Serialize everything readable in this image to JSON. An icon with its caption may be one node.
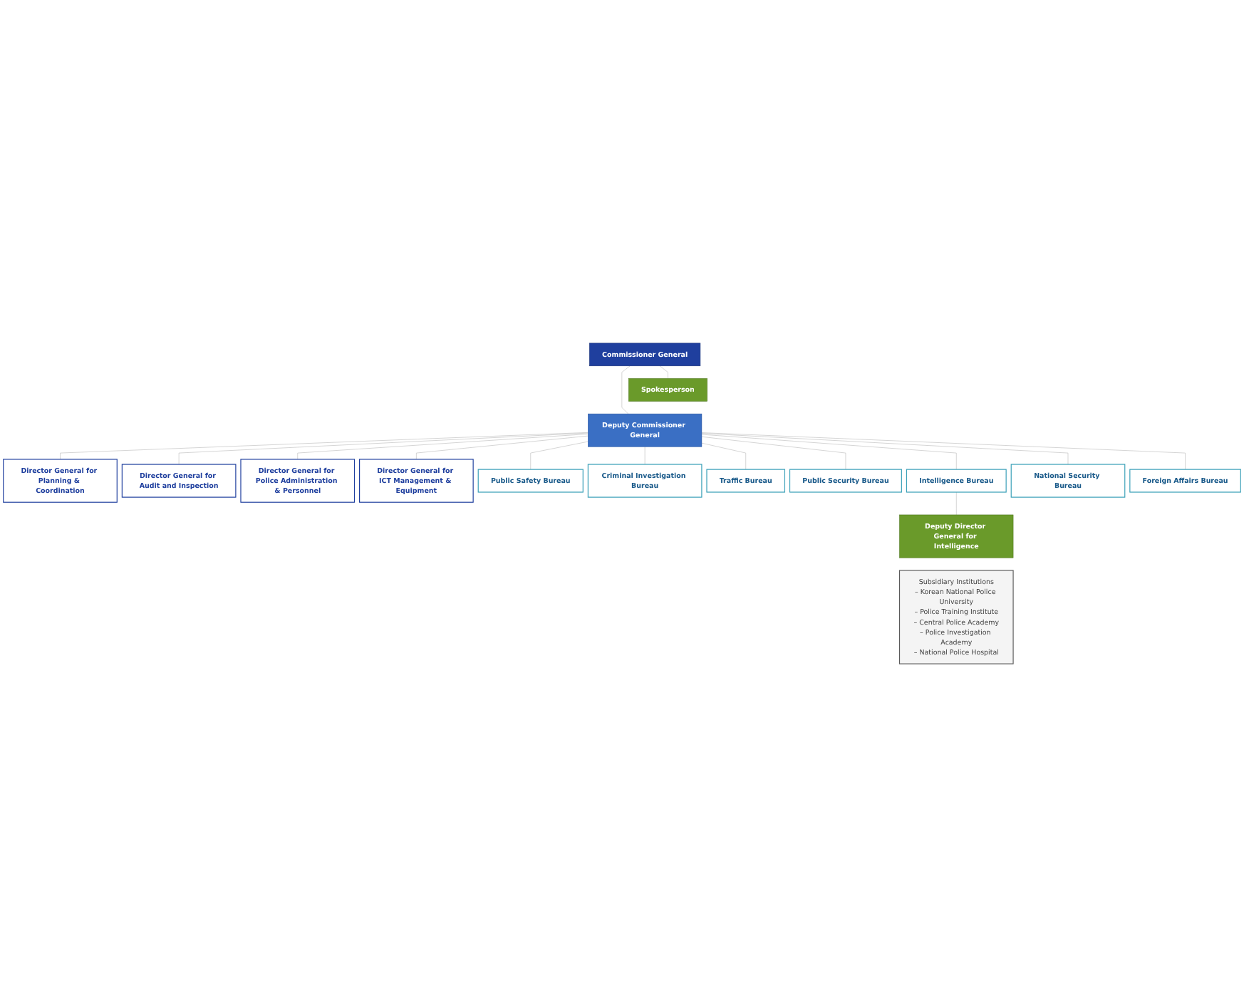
{
  "diagram": {
    "nodes": [
      {
        "text": [
          "Commissioner General"
        ]
      },
      {
        "text": [
          "Spokesperson"
        ]
      },
      {
        "text": [
          "Deputy Commissioner General"
        ]
      },
      {
        "text": [
          "Director General for Planning & Coordination"
        ]
      },
      {
        "text": [
          "Director General for Audit and Inspection"
        ]
      },
      {
        "text": [
          "Director General for Police Administration & Personnel"
        ]
      },
      {
        "text": [
          "Director General for ICT Management & Equipment"
        ]
      },
      {
        "text": [
          "Public Safety Bureau"
        ]
      },
      {
        "text": [
          "Criminal Investigation Bureau"
        ]
      },
      {
        "text": [
          "Traffic Bureau"
        ]
      },
      {
        "text": [
          "Public Security Bureau"
        ]
      },
      {
        "text": [
          "Intelligence Bureau"
        ]
      },
      {
        "text": [
          "National Security Bureau"
        ]
      },
      {
        "text": [
          "Foreign Affairs Bureau"
        ]
      },
      {
        "text": [
          "Deputy Director General for Intelligence"
        ]
      },
      {
        "text": [
          "Subsidiary Institutions",
          "– Korean National Police University",
          "– Police Training Institute",
          "– Central Police Academy",
          "– Police Investigation Academy",
          "– National Police Hospital"
        ]
      }
    ],
    "edges": [
      {
        "from": 0,
        "to": 1,
        "arrow": "none"
      },
      {
        "from": 0,
        "to": 2,
        "arrow": "none"
      },
      {
        "from": 2,
        "to": 3,
        "arrow": "none"
      },
      {
        "from": 2,
        "to": 4,
        "arrow": "none"
      },
      {
        "from": 2,
        "to": 5,
        "arrow": "none"
      },
      {
        "from": 2,
        "to": 6,
        "arrow": "none"
      },
      {
        "from": 2,
        "to": 7,
        "arrow": "none"
      },
      {
        "from": 2,
        "to": 8,
        "arrow": "none"
      },
      {
        "from": 2,
        "to": 9,
        "arrow": "none"
      },
      {
        "from": 2,
        "to": 10,
        "arrow": "none"
      },
      {
        "from": 2,
        "to": 11,
        "arrow": "none"
      },
      {
        "from": 2,
        "to": 12,
        "arrow": "none"
      },
      {
        "from": 2,
        "to": 13,
        "arrow": "none"
      },
      {
        "from": 11,
        "to": 14,
        "arrow": "none"
      }
    ]
  }
}
